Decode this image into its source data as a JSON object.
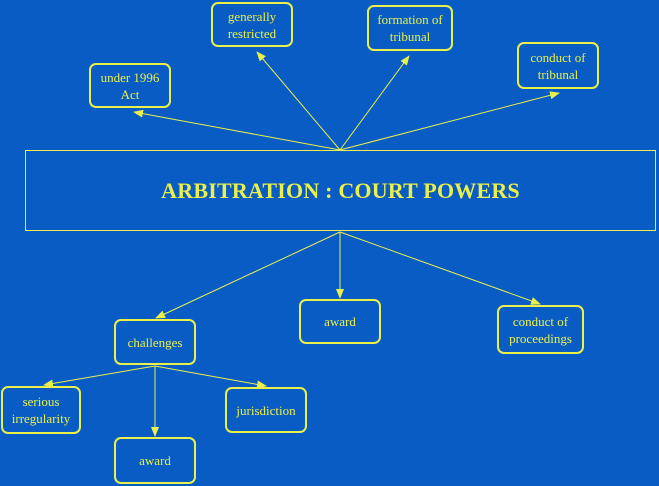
{
  "diagram": {
    "central": "ARBITRATION : COURT POWERS",
    "nodes": {
      "under_1996_act": "under 1996\nAct",
      "generally_restricted": "generally\nrestricted",
      "formation_of_tribunal": "formation of\ntribunal",
      "conduct_of_tribunal": "conduct of\ntribunal",
      "challenges": "challenges",
      "award_top": "award",
      "conduct_of_proceedings": "conduct of\nproceedings",
      "serious_irregularity": "serious\nirregularity",
      "award_bottom": "award",
      "jurisdiction": "jurisdiction"
    },
    "colors": {
      "background": "#0a5cc5",
      "foreground": "#eaf04a"
    }
  }
}
